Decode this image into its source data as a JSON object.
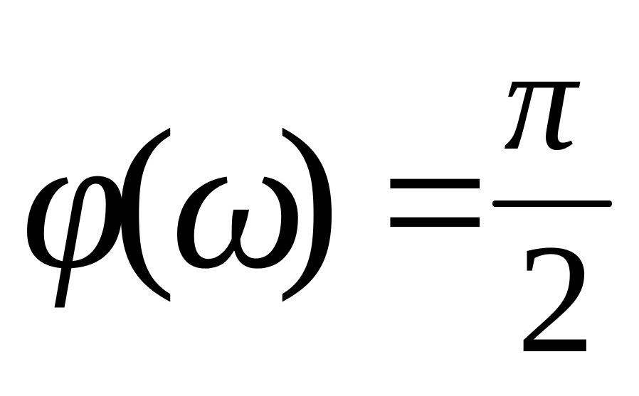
{
  "equation": {
    "lhs": {
      "function": "φ",
      "open_paren": "(",
      "argument": "ω",
      "close_paren": ")"
    },
    "equals": "=",
    "rhs": {
      "numerator": "π",
      "denominator": "2"
    }
  }
}
